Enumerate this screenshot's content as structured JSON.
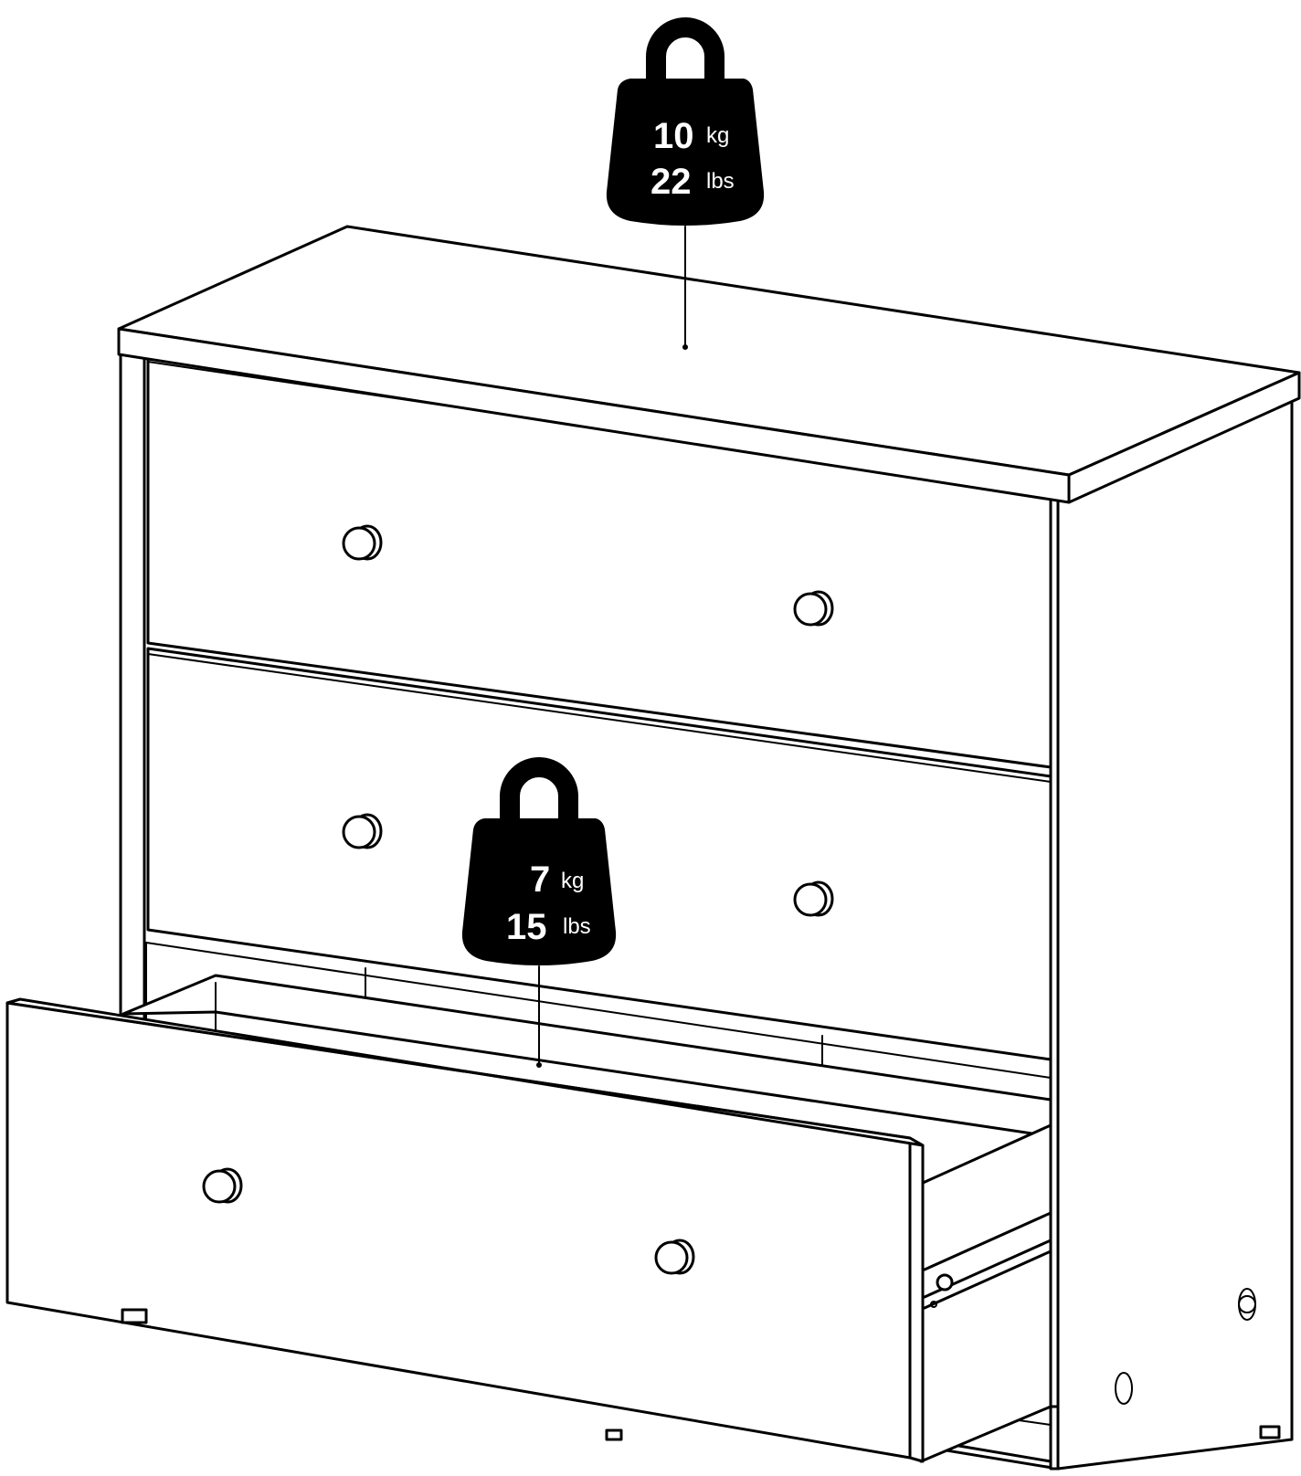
{
  "diagram": {
    "subject": "three-drawer chest with load limits",
    "weights": {
      "top": {
        "metric_value": "10",
        "metric_unit": "kg",
        "imperial_value": "22",
        "imperial_unit": "lbs"
      },
      "drawer": {
        "metric_value": "7",
        "metric_unit": "kg",
        "imperial_value": "15",
        "imperial_unit": "lbs"
      }
    }
  }
}
